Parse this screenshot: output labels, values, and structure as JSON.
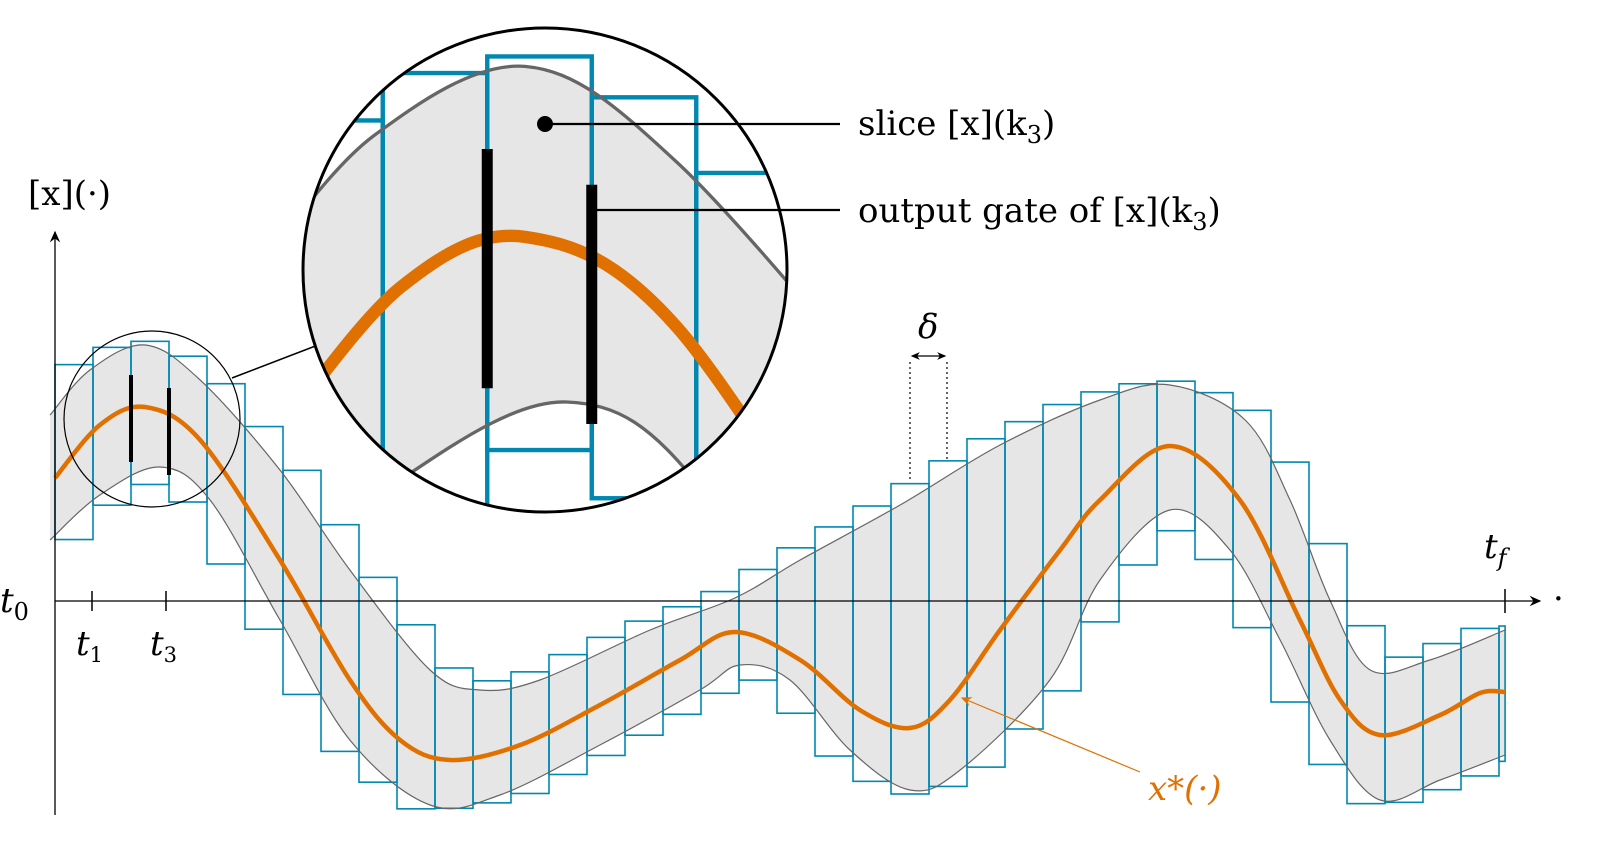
{
  "labels": {
    "y_axis": "[x](·)",
    "t0": "t",
    "t0_sub": "0",
    "t1": "t",
    "t1_sub": "1",
    "t3": "t",
    "t3_sub": "3",
    "tf": "t",
    "tf_sub": "f",
    "axis_end": "·",
    "delta": "δ",
    "x_star": "x*(·)",
    "slice_prefix": "slice [x](k",
    "slice_sub": "3",
    "slice_suffix": ")",
    "gate_prefix": "output gate of [x](k",
    "gate_sub": "3",
    "gate_suffix": ")"
  },
  "colors": {
    "trajectory": "#e07000",
    "slices": "#0088b0",
    "band": "#e6e6e6",
    "envelope": "#666666"
  },
  "diagram": {
    "t_end": 38.16,
    "trajectory": [
      [
        0,
        1.23
      ],
      [
        1.18,
        1.76
      ],
      [
        2.37,
        1.94
      ],
      [
        3.82,
        1.61
      ],
      [
        5.92,
        0.41
      ],
      [
        7.76,
        -0.79
      ],
      [
        9.08,
        -1.39
      ],
      [
        10.39,
        -1.59
      ],
      [
        12.24,
        -1.44
      ],
      [
        14.34,
        -1.04
      ],
      [
        16.45,
        -0.59
      ],
      [
        17.89,
        -0.31
      ],
      [
        19.61,
        -0.59
      ],
      [
        21.18,
        -1.09
      ],
      [
        22.5,
        -1.27
      ],
      [
        23.55,
        -0.99
      ],
      [
        24.87,
        -0.29
      ],
      [
        26.45,
        0.51
      ],
      [
        27.5,
        1.01
      ],
      [
        29.34,
        1.55
      ],
      [
        31.18,
        1.01
      ],
      [
        32.76,
        -0.19
      ],
      [
        33.82,
        -0.99
      ],
      [
        34.87,
        -1.34
      ],
      [
        36.45,
        -1.14
      ],
      [
        37.5,
        -0.92
      ],
      [
        38.16,
        -0.91
      ]
    ],
    "upper": [
      [
        -0.13,
        1.86
      ],
      [
        0.92,
        2.31
      ],
      [
        2.37,
        2.56
      ],
      [
        3.82,
        2.21
      ],
      [
        5.92,
        1.31
      ],
      [
        7.76,
        0.31
      ],
      [
        9.87,
        -0.69
      ],
      [
        11.18,
        -0.89
      ],
      [
        12.76,
        -0.79
      ],
      [
        15.66,
        -0.29
      ],
      [
        17.89,
        0.03
      ],
      [
        19.61,
        0.41
      ],
      [
        22.24,
        0.96
      ],
      [
        24.87,
        1.56
      ],
      [
        27.5,
        2.01
      ],
      [
        29.34,
        2.16
      ],
      [
        31.32,
        1.81
      ],
      [
        32.5,
        1.01
      ],
      [
        33.55,
        0.01
      ],
      [
        34.61,
        -0.69
      ],
      [
        36.18,
        -0.59
      ],
      [
        38.16,
        -0.29
      ]
    ],
    "lower": [
      [
        -0.13,
        0.61
      ],
      [
        1.18,
        1.06
      ],
      [
        2.76,
        1.34
      ],
      [
        4.08,
        1.01
      ],
      [
        5.92,
        -0.19
      ],
      [
        7.76,
        -1.39
      ],
      [
        9.87,
        -2.04
      ],
      [
        11.71,
        -1.94
      ],
      [
        14.34,
        -1.44
      ],
      [
        16.97,
        -0.89
      ],
      [
        18.03,
        -0.64
      ],
      [
        19.34,
        -0.79
      ],
      [
        20.92,
        -1.49
      ],
      [
        22.5,
        -1.89
      ],
      [
        23.82,
        -1.69
      ],
      [
        26.18,
        -0.79
      ],
      [
        27.5,
        0.21
      ],
      [
        29.34,
        0.91
      ],
      [
        30.92,
        0.51
      ],
      [
        32.24,
        -0.39
      ],
      [
        33.55,
        -1.39
      ],
      [
        34.87,
        -1.99
      ],
      [
        36.45,
        -1.79
      ],
      [
        38.16,
        -1.54
      ]
    ],
    "gates": [
      {
        "t": 2,
        "x": [
          2.26,
          1.39
        ]
      },
      {
        "t": 3,
        "x": [
          2.13,
          1.26
        ]
      }
    ]
  }
}
